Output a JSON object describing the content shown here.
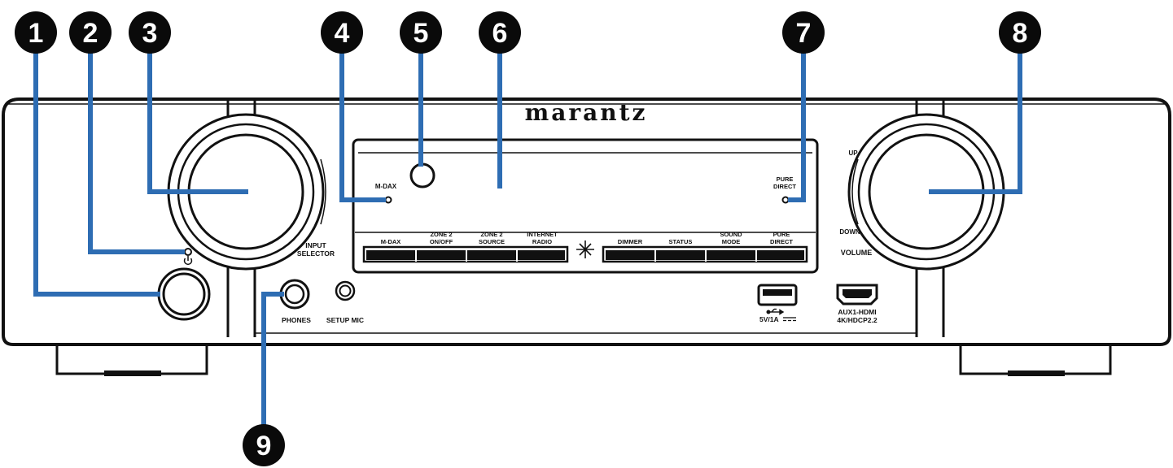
{
  "brand": {
    "logo_text": "marantz"
  },
  "colors": {
    "leader": "#2e6db3",
    "outline": "#111111",
    "callout_fill": "#0a0a0a",
    "callout_text": "#ffffff"
  },
  "callouts": [
    {
      "number": "1",
      "target": "power-button"
    },
    {
      "number": "2",
      "target": "power-indicator"
    },
    {
      "number": "3",
      "target": "input-selector-knob"
    },
    {
      "number": "4",
      "target": "m-dax-indicator"
    },
    {
      "number": "5",
      "target": "remote-sensor"
    },
    {
      "number": "6",
      "target": "display"
    },
    {
      "number": "7",
      "target": "pure-direct-indicator"
    },
    {
      "number": "8",
      "target": "volume-knob"
    },
    {
      "number": "9",
      "target": "headphones-jack"
    }
  ],
  "labels": {
    "input_selector_1": "INPUT",
    "input_selector_2": "SELECTOR",
    "m_dax": "M-DAX",
    "pure_direct_1": "PURE",
    "pure_direct_2": "DIRECT",
    "up": "UP",
    "down": "DOWN",
    "volume": "VOLUME",
    "phones": "PHONES",
    "setup_mic": "SETUP MIC",
    "usb": "5V/1A",
    "hdmi_1": "AUX1-HDMI",
    "hdmi_2": "4K/HDCP2.2"
  },
  "buttons": [
    {
      "l1": "",
      "l2": "M-DAX"
    },
    {
      "l1": "ZONE 2",
      "l2": "ON/OFF"
    },
    {
      "l1": "ZONE 2",
      "l2": "SOURCE"
    },
    {
      "l1": "INTERNET",
      "l2": "RADIO"
    },
    {
      "l1": "",
      "l2": "DIMMER"
    },
    {
      "l1": "",
      "l2": "STATUS"
    },
    {
      "l1": "SOUND",
      "l2": "MODE"
    },
    {
      "l1": "PURE",
      "l2": "DIRECT"
    }
  ]
}
